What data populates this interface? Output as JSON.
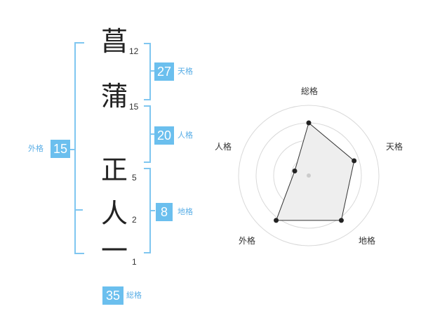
{
  "name_chars": [
    {
      "char": "菖",
      "strokes": "12"
    },
    {
      "char": "蒲",
      "strokes": "15"
    },
    {
      "char": "正",
      "strokes": "5"
    },
    {
      "char": "人",
      "strokes": "2"
    },
    {
      "char": "一",
      "strokes": "1"
    }
  ],
  "kaku": {
    "tenkaku": {
      "value": "27",
      "label": "天格"
    },
    "jinkaku": {
      "value": "20",
      "label": "人格"
    },
    "chikaku": {
      "value": "8",
      "label": "地格"
    },
    "gaikaku": {
      "value": "15",
      "label": "外格"
    },
    "soukaku": {
      "value": "35",
      "label": "総格"
    }
  },
  "colors": {
    "accent": "#6bbfee",
    "bracket": "#7fc6f0",
    "radar_fill": "#eeeeee"
  },
  "chart_data": {
    "type": "radar",
    "axes": [
      "総格",
      "天格",
      "地格",
      "外格",
      "人格"
    ],
    "values": [
      0.75,
      0.68,
      0.79,
      0.79,
      0.21
    ],
    "rings": 4
  }
}
